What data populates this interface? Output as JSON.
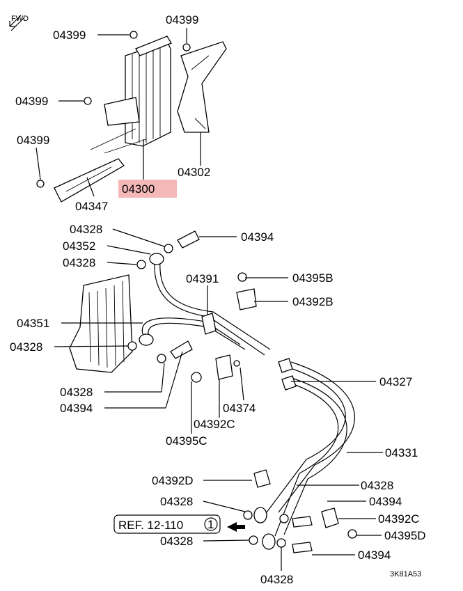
{
  "diagram": {
    "fwd_label": "FWD",
    "figure_code": "3K81A53",
    "ref_box": {
      "text": "REF. 12-110",
      "circle": "1"
    },
    "highlight_color": "#f5b8b8",
    "highlight_label": "04300",
    "labels": [
      "04399",
      "04399",
      "04399",
      "04399",
      "04300",
      "04302",
      "04347",
      "04328",
      "04394",
      "04352",
      "04328",
      "04391",
      "04395B",
      "04392B",
      "04351",
      "04328",
      "04327",
      "04328",
      "04394",
      "04374",
      "04392C",
      "04395C",
      "04331",
      "04392D",
      "04328",
      "04328",
      "04394",
      "04392C",
      "04395D",
      "04328",
      "04394",
      "04328"
    ]
  }
}
